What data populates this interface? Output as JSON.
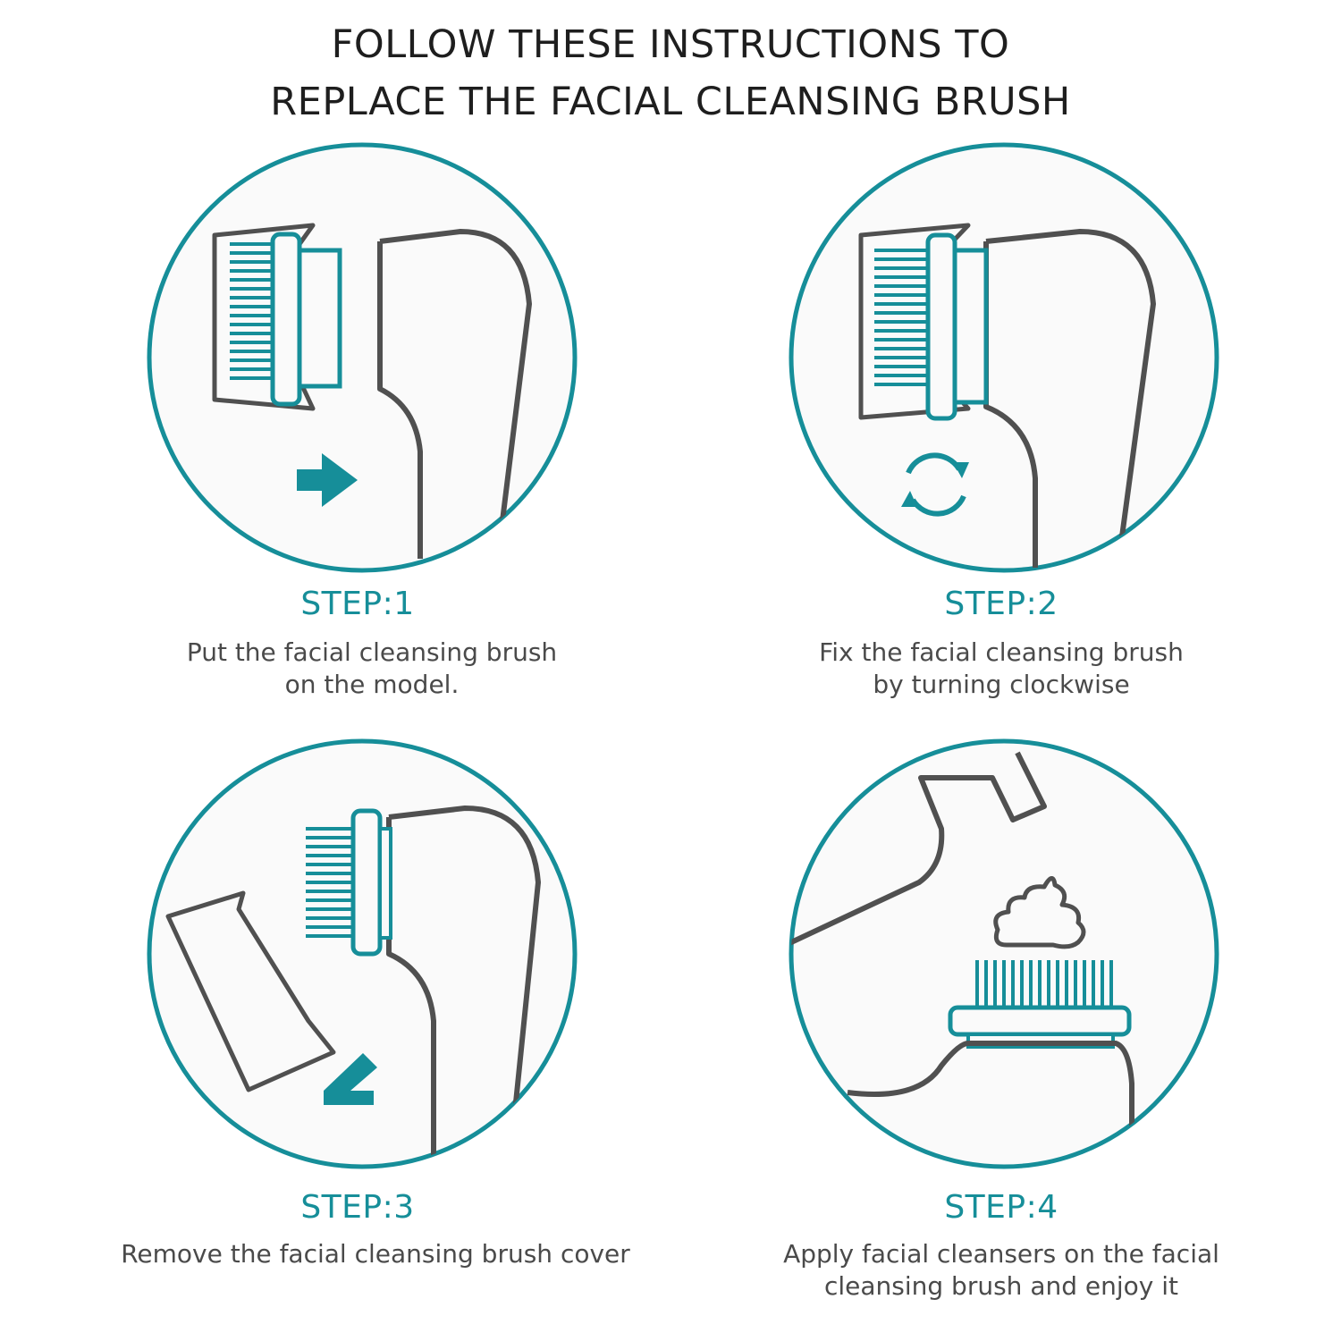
{
  "title": {
    "line1": "FOLLOW THESE INSTRUCTIONS TO",
    "line2": "REPLACE THE FACIAL CLEANSING BRUSH"
  },
  "colors": {
    "accent": "#168e99",
    "outline": "#505050"
  },
  "steps": [
    {
      "label": "STEP:1",
      "desc": [
        "Put the facial cleansing brush",
        "on the model."
      ],
      "icon": "arrow-right-icon"
    },
    {
      "label": "STEP:2",
      "desc": [
        "Fix the facial cleansing brush",
        "by turning clockwise"
      ],
      "icon": "rotate-icon"
    },
    {
      "label": "STEP:3",
      "desc": [
        "Remove the facial cleansing brush cover"
      ],
      "icon": "arrow-down-left-icon"
    },
    {
      "label": "STEP:4",
      "desc": [
        "Apply facial cleansers on the facial",
        "cleansing brush and enjoy it"
      ],
      "icon": "cleanser-foam-icon"
    }
  ]
}
